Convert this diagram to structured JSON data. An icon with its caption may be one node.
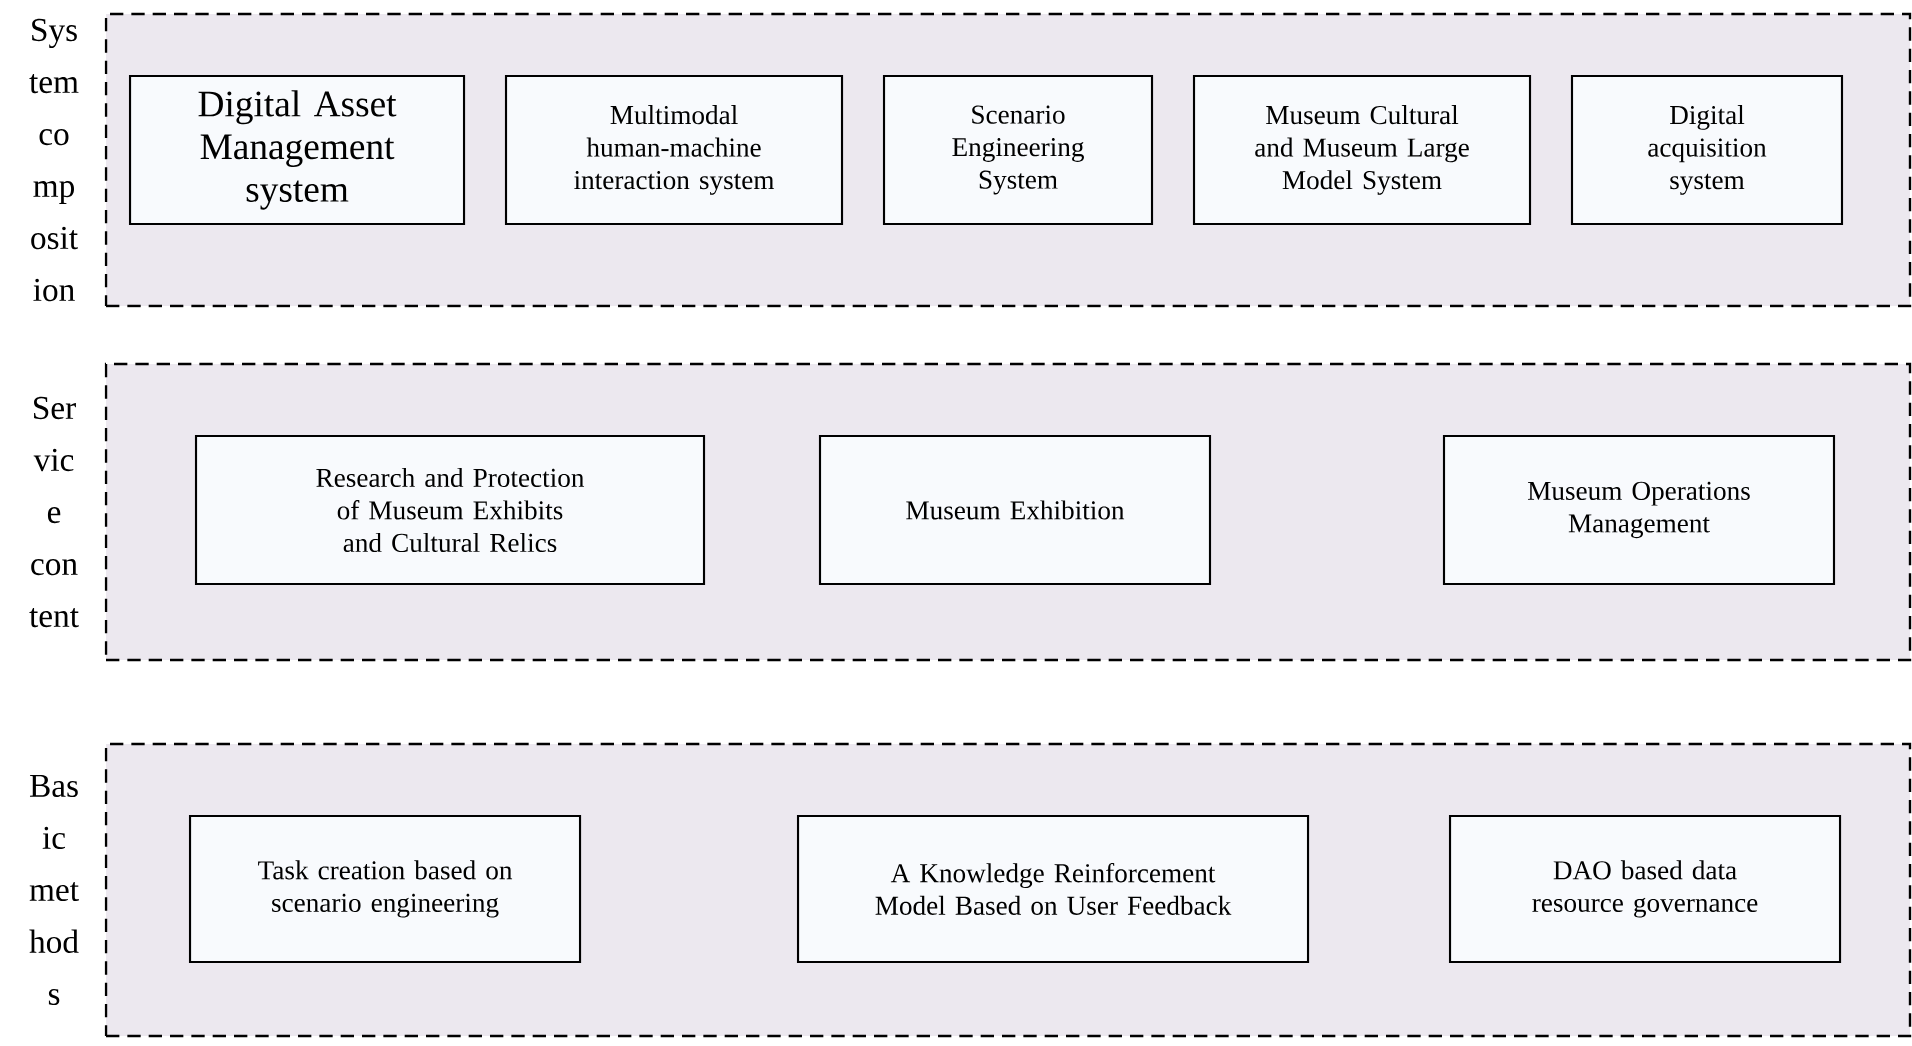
{
  "diagram": {
    "nodes": [
      {
        "text": [
          "Sys tem co mp osit ion"
        ]
      },
      {
        "text": [
          "Digital Asset Management system"
        ],
        "in": 0
      },
      {
        "text": [
          "Multimodal human-machine interaction system"
        ],
        "in": 0
      },
      {
        "text": [
          "Scenario Engineering System"
        ],
        "in": 0
      },
      {
        "text": [
          "Museum Cultural and Museum Large Model System"
        ],
        "in": 0
      },
      {
        "text": [
          "Digital acquisition system"
        ],
        "in": 0
      },
      {
        "text": [
          "Ser vic e con tent"
        ]
      },
      {
        "text": [
          "Research and Protection of Museum Exhibits and Cultural Relics"
        ],
        "in": 6
      },
      {
        "text": [
          "Museum Exhibition"
        ],
        "in": 6
      },
      {
        "text": [
          "Museum Operations Management"
        ],
        "in": 6
      },
      {
        "text": [
          "Bas ic met hod s"
        ]
      },
      {
        "text": [
          "Task creation based on scenario engineering"
        ],
        "in": 10
      },
      {
        "text": [
          "A Knowledge Reinforcement Model Based on User Feedback"
        ],
        "in": 10
      },
      {
        "text": [
          "DAO based data resource governance"
        ],
        "in": 10
      }
    ],
    "edges": []
  }
}
